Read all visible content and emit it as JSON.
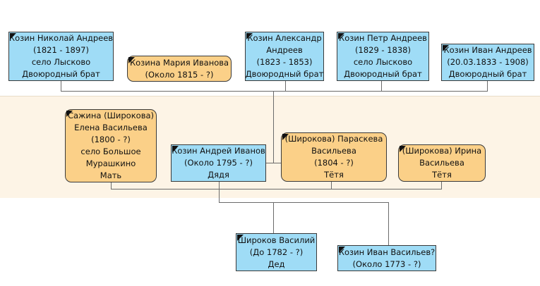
{
  "people": [
    {
      "id": "nikolay",
      "lines": [
        "Козин Николай Андреев",
        "(1821 - 1897)",
        "село Лысково",
        "Двоюродный брат"
      ]
    },
    {
      "id": "maria",
      "lines": [
        "Козина Мария Иванова",
        "(Около 1815 - ?)"
      ]
    },
    {
      "id": "aleksandr",
      "lines": [
        "Козин Александр",
        "Андреев",
        "(1823 - 1853)",
        "Двоюродный брат"
      ]
    },
    {
      "id": "petr",
      "lines": [
        "Козин Петр Андреев",
        "(1829 - 1838)",
        "село Лысково",
        "Двоюродный брат"
      ]
    },
    {
      "id": "ivan-andreev",
      "lines": [
        "Козин Иван Андреев",
        "(20.03.1833 - 1908)",
        "Двоюродный брат"
      ]
    },
    {
      "id": "elena",
      "lines": [
        "Сажина (Широкова)",
        "Елена Васильева",
        "(1800 - ?)",
        "село Большое",
        "Мурашкино",
        "Мать"
      ]
    },
    {
      "id": "andrey",
      "lines": [
        "Козин Андрей Иванов",
        "(Около 1795 - ?)",
        "Дядя"
      ]
    },
    {
      "id": "paraskeva",
      "lines": [
        "(Широкова) Параскева",
        "Васильева",
        "(1804 - ?)",
        "Тётя"
      ]
    },
    {
      "id": "irina",
      "lines": [
        "(Широкова) Ирина",
        "Васильева",
        "Тётя"
      ]
    },
    {
      "id": "vasiliy",
      "lines": [
        "Широков Василий",
        "(До 1782 - ?)",
        "Дед"
      ]
    },
    {
      "id": "ivan-vasilev",
      "lines": [
        "Козин Иван Васильев?",
        "(Около 1773 - ?)"
      ]
    }
  ]
}
